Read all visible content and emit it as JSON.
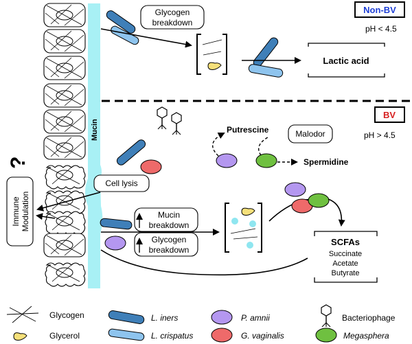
{
  "diagram": {
    "non_bv": {
      "badge": "Non-BV",
      "badge_color": "#1e3fd4",
      "ph": "pH < 4.5",
      "glycogen_breakdown": [
        "Glycogen",
        "breakdown"
      ],
      "product": "Lactic acid"
    },
    "bv": {
      "badge": "BV",
      "badge_color": "#d62020",
      "ph": "pH  > 4.5",
      "putrescine": "Putrescine",
      "spermidine": "Spermidine",
      "malodor": "Malodor",
      "cell_lysis": "Cell lysis",
      "mucin_breakdown": [
        "Mucin",
        "breakdown"
      ],
      "glycogen_breakdown": [
        "Glycogen",
        "breakdown"
      ],
      "scfa_title": "SCFAs",
      "scfa_items": [
        "Succinate",
        "Acetate",
        "Butyrate"
      ]
    },
    "mucin_label": "Mucin",
    "question_mark": "?",
    "immune_modulation": [
      "Immune",
      "Modulation"
    ]
  },
  "legend": {
    "glycogen": "Glycogen",
    "glycerol": "Glycerol",
    "l_iners": "L. iners",
    "l_crispatus": "L. crispatus",
    "p_amnii": "P. amnii",
    "g_vaginalis": "G. vaginalis",
    "bacteriophage": "Bacteriophage",
    "megasphera": "Megasphera"
  },
  "colors": {
    "mucin": "#a8f0f5",
    "l_iners": "#3f7fb8",
    "l_crispatus": "#8ec4ee",
    "p_amnii": "#b497f0",
    "g_vaginalis": "#ee6a6a",
    "megasphera": "#6fc040",
    "glycerol": "#f5e07a",
    "cyan_dot": "#8fe6f0"
  }
}
